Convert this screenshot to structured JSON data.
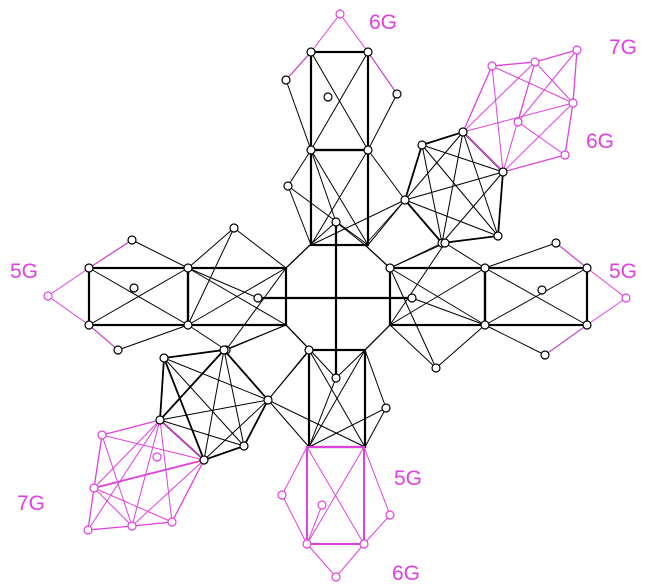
{
  "labels": {
    "top_6g": "6G",
    "topright_7g": "7G",
    "topright_6g": "6G",
    "left_5g": "5G",
    "right_5g": "5G",
    "bottom_5g": "5G",
    "bottomleft_7g": "7G",
    "bottom_6g": "6G"
  },
  "colors": {
    "structure": "#000000",
    "highlight": "#e040e0",
    "background": "#ffffff"
  }
}
